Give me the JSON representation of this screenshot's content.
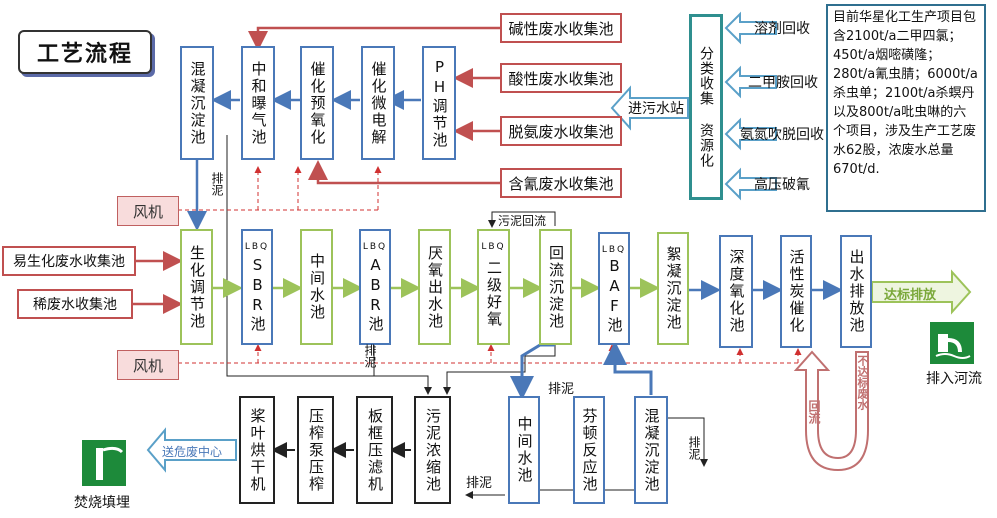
{
  "title": "工艺流程",
  "top_sources": {
    "alkaline": "碱性废水收集池",
    "acid": "酸性废水收集池",
    "deammonia": "脱氨废水收集池",
    "cyanide": "含氰废水收集池"
  },
  "top_row": {
    "coag_sed": "混凝沉淀池",
    "neutral_aer": "中和曝气池",
    "cat_preox": "催化预氧化",
    "cat_micro": "催化微电解",
    "ph_adjust": "PH调节池"
  },
  "to_station": "进污水站",
  "classify": "分类收集  资源化",
  "recovery": [
    "溶剂回收",
    "二甲胺回收",
    "氨氮吹脱回收",
    "高压破氰"
  ],
  "info_text": "目前华星化工生产项目包含2100t/a二甲四氯；450t/a烟嘧磺隆；280t/a氰虫腈；6000t/a杀虫单；2100t/a杀螟丹以及800t/a吡虫啉的六个项目，涉及生产工艺废水62股，浓废水总量670t/d.",
  "fan": "风机",
  "sludge": "排泥",
  "sludge_reflux": "污泥回流",
  "inputs": [
    "易生化废水收集池",
    "稀废水收集池"
  ],
  "mid_row": {
    "bio_adjust": "生化调节池",
    "sbr_tag": "LBQ",
    "sbr": "SBR池",
    "mid_pool": "中间水池",
    "abr_tag": "LBQ",
    "abr": "ABR池",
    "anaerobic_out": "厌氧出水池",
    "second_aer_tag": "LBQ",
    "second_aer": "二级好氧",
    "reflux_sed": "回流沉淀池",
    "baf_tag": "LBQ",
    "baf": "BAF池",
    "floc_sed": "絮凝沉淀池",
    "deep_ox": "深度氧化池",
    "ac_cat": "活性炭催化",
    "outlet": "出水排放池"
  },
  "discharge": "达标排放",
  "river": "排入河流",
  "reflux": "回流",
  "not_compliant": "不达标废水",
  "bottom_row": {
    "paddle_dry": "桨叶烘干机",
    "press_pump": "压榨泵压榨",
    "plate_filter": "板框压滤机",
    "sludge_thick": "污泥浓缩池",
    "mid_pool2": "中间水池",
    "fenton": "芬顿反应池",
    "coag_sed2": "混凝沉淀池"
  },
  "to_hazard": "送危废中心",
  "incinerate": "焚烧填埋",
  "colors": {
    "blue": "#4a78b8",
    "green": "#9dc35a",
    "red": "#c05050",
    "teal": "#2f8f8f"
  }
}
